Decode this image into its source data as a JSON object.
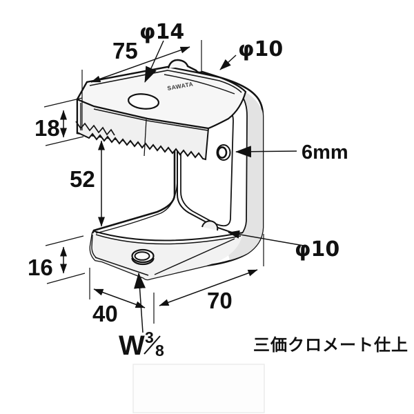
{
  "drawing": {
    "stamp": "SAWATA",
    "finish_note": "三価クロメート仕上",
    "labels": {
      "top_hole_dia": "φ14",
      "top_width": "75",
      "rear_notch_dia": "φ10",
      "flange_drop": "18",
      "web_height": "52",
      "web_hole": "6mm",
      "bottom_notch_dia": "φ10",
      "bottom_flange_height": "16",
      "bottom_depth": "40",
      "bottom_width": "70",
      "thread_prefix": "W",
      "thread_numerator": "3",
      "thread_denominator": "8"
    }
  }
}
